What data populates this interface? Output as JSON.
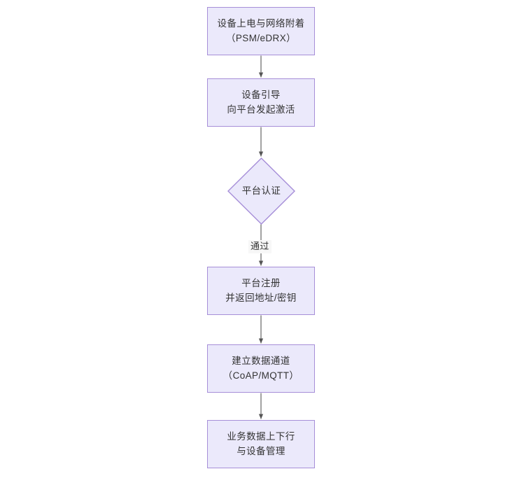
{
  "diagram": {
    "type": "flowchart",
    "orientation": "top-to-bottom",
    "background_color": "#ffffff",
    "node_fill_color": "#ebe9fb",
    "node_border_color": "#a68ed8",
    "text_color": "#333333",
    "edge_color": "#555555",
    "nodes": [
      {
        "id": "power-on",
        "shape": "rectangle",
        "line1": "设备上电与网络附着",
        "line2": "（PSM/eDRX）"
      },
      {
        "id": "bootstrap",
        "shape": "rectangle",
        "line1": "设备引导",
        "line2": "向平台发起激活"
      },
      {
        "id": "platform-auth",
        "shape": "diamond",
        "line1": "平台认证",
        "line2": ""
      },
      {
        "id": "platform-register",
        "shape": "rectangle",
        "line1": "平台注册",
        "line2": "并返回地址/密钥"
      },
      {
        "id": "data-channel",
        "shape": "rectangle",
        "line1": "建立数据通道",
        "line2": "（CoAP/MQTT）"
      },
      {
        "id": "service-data",
        "shape": "rectangle",
        "line1": "业务数据上下行",
        "line2": "与设备管理"
      }
    ],
    "edges": [
      {
        "from": "power-on",
        "to": "bootstrap",
        "label": ""
      },
      {
        "from": "bootstrap",
        "to": "platform-auth",
        "label": ""
      },
      {
        "from": "platform-auth",
        "to": "platform-register",
        "label": "通过"
      },
      {
        "from": "platform-register",
        "to": "data-channel",
        "label": ""
      },
      {
        "from": "data-channel",
        "to": "service-data",
        "label": ""
      }
    ]
  }
}
